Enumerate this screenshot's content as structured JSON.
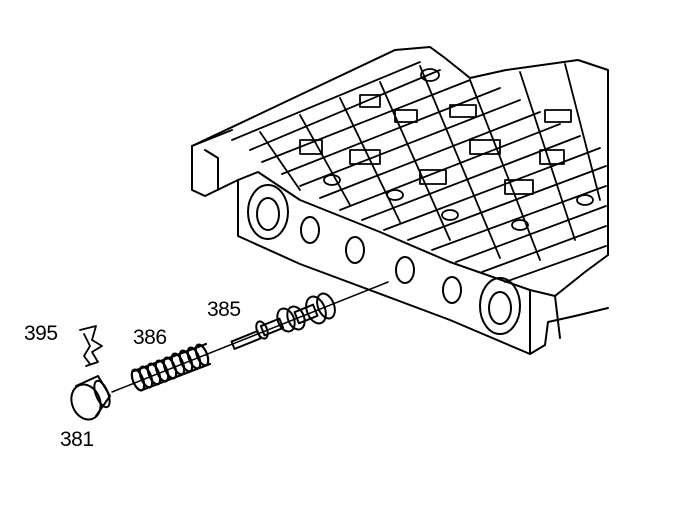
{
  "colors": {
    "line": "#000000",
    "background": "#ffffff"
  },
  "callouts": {
    "retainer_clip": "395",
    "spring": "386",
    "valve": "385",
    "plug": "381"
  }
}
